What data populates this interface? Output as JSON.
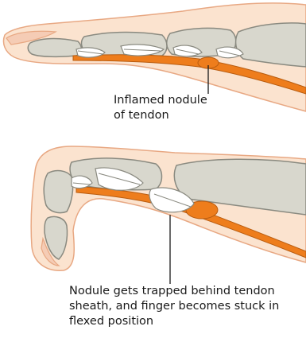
{
  "labels": {
    "top": {
      "line1": "Inflamed nodule",
      "line2": "of tendon"
    },
    "bottom": {
      "line1": "Nodule gets trapped behind tendon",
      "line2": "sheath, and finger becomes stuck in",
      "line3": "flexed position"
    }
  },
  "colors": {
    "skin": "#fbe3cf",
    "skin_outline": "#e8a883",
    "bone": "#d8d7cd",
    "bone_outline": "#8a8a80",
    "tendon": "#ee7d1c",
    "tendon_outline": "#b85c10",
    "sheath": "#ffffff",
    "nail": "#f5ccb5",
    "leader_line": "#1a1a1a"
  }
}
